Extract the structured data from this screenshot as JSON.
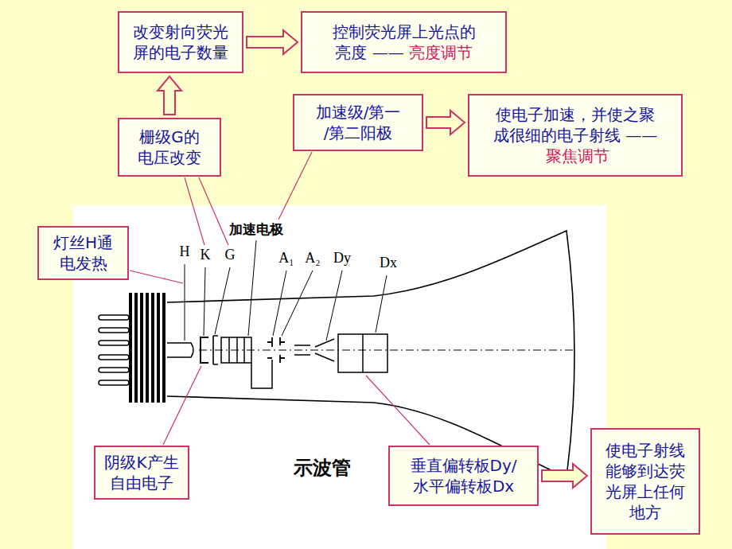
{
  "diagram": {
    "nodes": [
      {
        "text": [
          "改变射向荧光 屏的电子数量"
        ]
      },
      {
        "text": [
          "控制荧光屏上光点的 亮度 ——",
          "亮度调节"
        ]
      },
      {
        "text": [
          "栅级G的 电压改变"
        ]
      },
      {
        "text": [
          "加速级/第一 /第二阳极"
        ]
      },
      {
        "text": [
          "使电子加速，并使之聚 成很细的电子射线 ——",
          "聚焦调节"
        ]
      },
      {
        "text": [
          "灯丝H通 电发热"
        ]
      },
      {
        "text": [
          "阴级K产生 自由电子"
        ]
      },
      {
        "text": [
          "垂直偏转板Dy/ 水平偏转板Dx"
        ]
      },
      {
        "text": [
          "使电子射线 能够到达荧 光屏上任何 地方"
        ]
      }
    ],
    "edges": [
      {
        "from": 2,
        "to": 0,
        "arrow": "to"
      },
      {
        "from": 0,
        "to": 1,
        "arrow": "to"
      },
      {
        "from": 3,
        "to": 4,
        "arrow": "to"
      },
      {
        "from": 7,
        "to": 8,
        "arrow": "to"
      }
    ],
    "labels": [
      "加速电极",
      "H",
      "K",
      "G",
      "A₁",
      "A₂",
      "Dy",
      "Dx",
      "示波管"
    ]
  }
}
